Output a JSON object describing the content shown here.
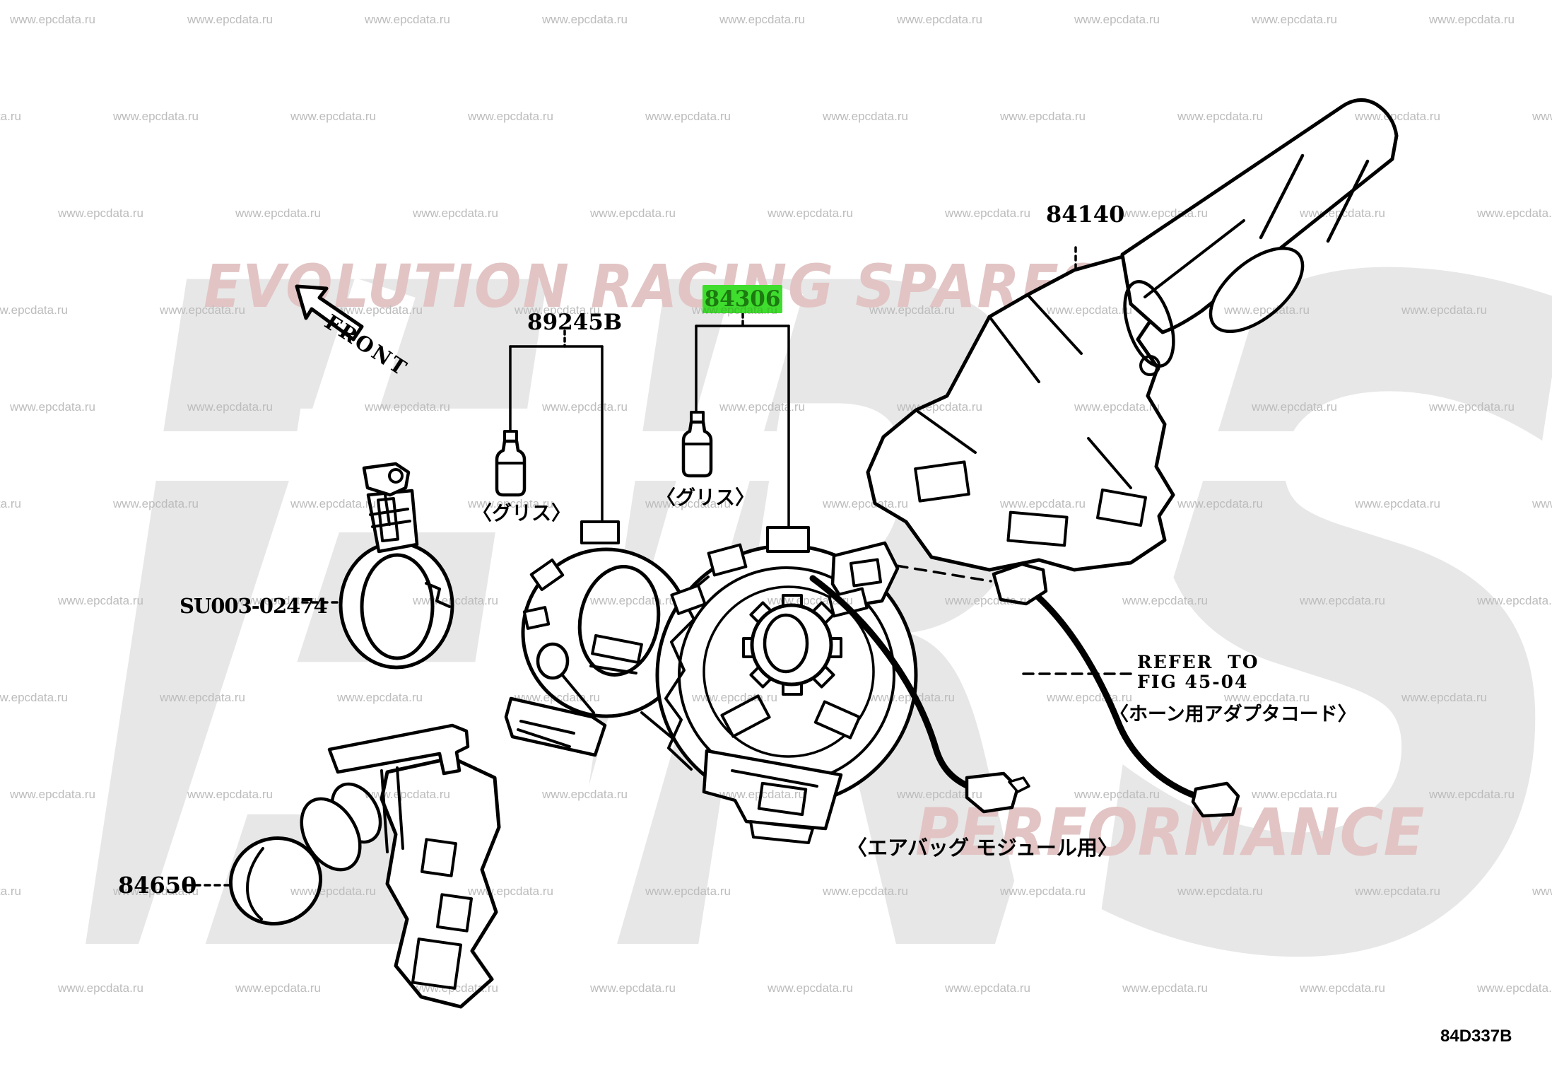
{
  "watermark": {
    "text": "www.epcdata.ru",
    "color": "#bcbcbc"
  },
  "watermarks_large": {
    "top_banner": "EVOLUTION RACING SPARES",
    "giant_letters": "ERS",
    "bottom_banner": "PERFORMANCE",
    "pink_color": "#e2c4c4",
    "gray_color": "#e7e7e7"
  },
  "part_labels": {
    "combination_switch": "84140",
    "spiral_cable": "84306",
    "grease": "89245B",
    "clamp": "SU003-02474",
    "turn_signal_switch": "84650"
  },
  "highlight": {
    "bg": "#3fdd2e",
    "text_color": "#1c7a10"
  },
  "annotations": {
    "front": "FRONT",
    "refer_line1": "REFER TO",
    "refer_line2": "FIG 45-04",
    "horn_adapter_note": "〈ホーン用アダプタコード〉",
    "airbag_note": "〈エアバッグ モジュール用〉",
    "grease_note_left": "〈グリス〉",
    "grease_note_right": "〈グリス〉",
    "diagram_code": "84D337B"
  }
}
